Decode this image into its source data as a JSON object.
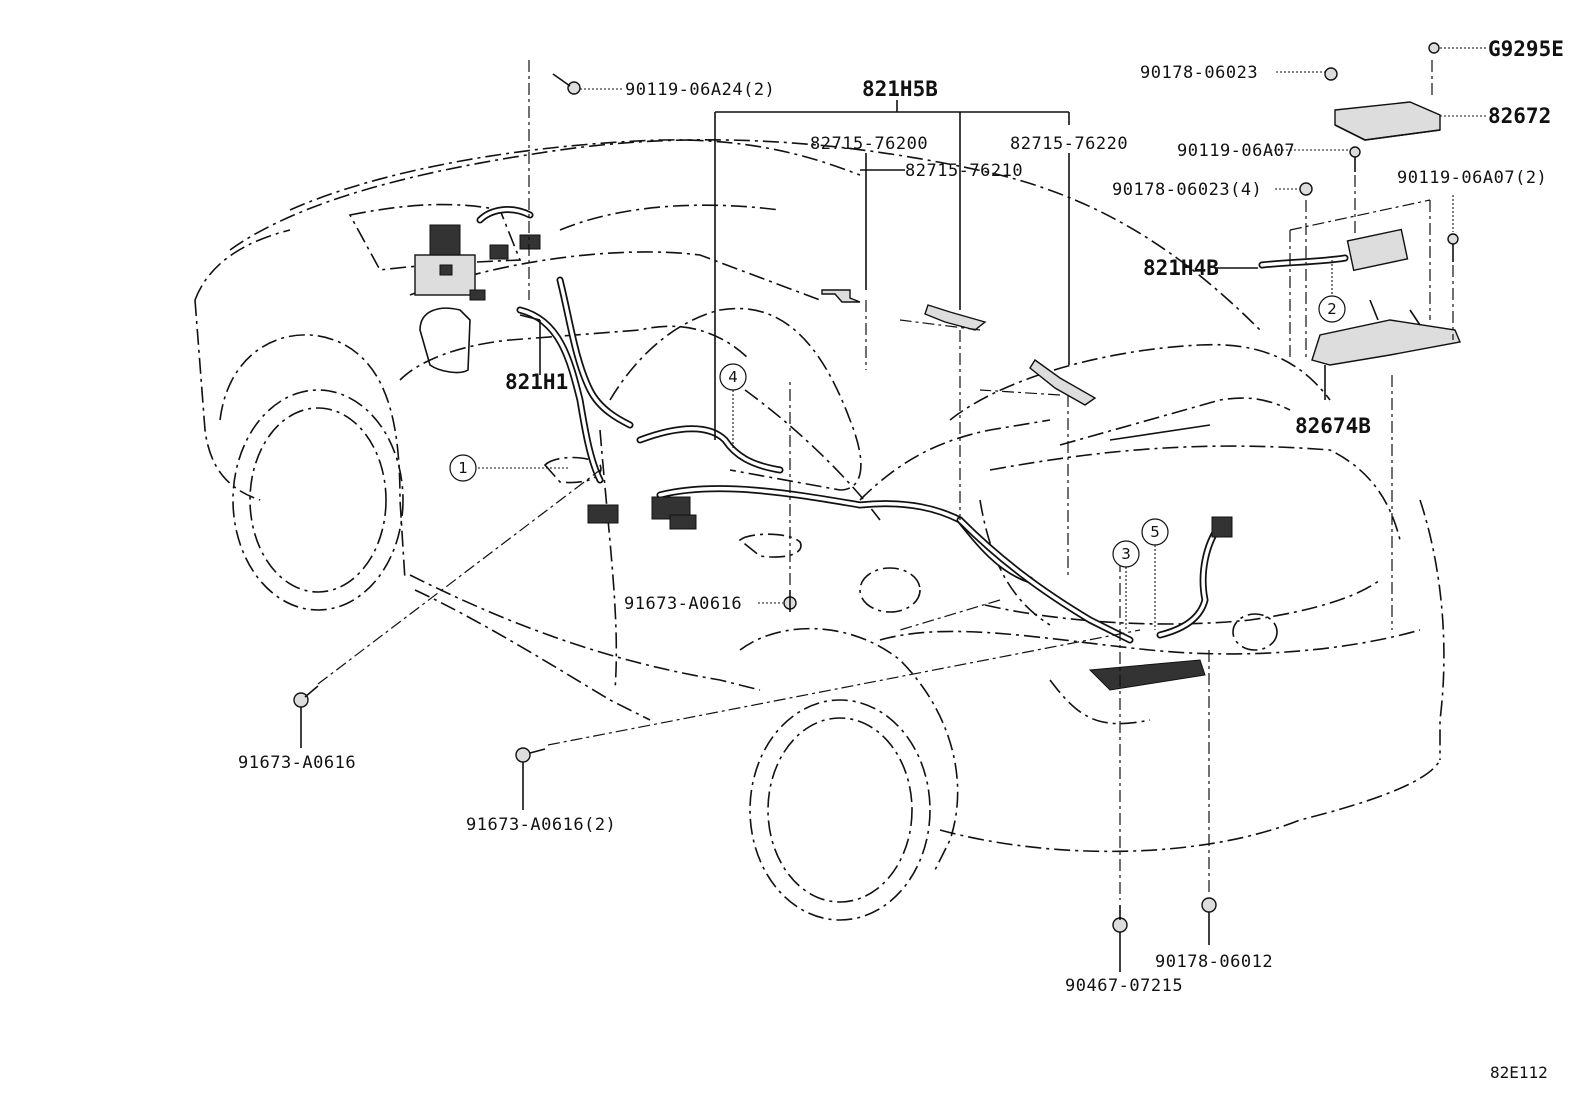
{
  "labels": {
    "l_90119_06A24": "90119-06A24(2)",
    "l_821H5B": "821H5B",
    "l_82715_76200": "82715-76200",
    "l_82715_76220": "82715-76220",
    "l_82715_76210": "82715-76210",
    "l_90178_06023": "90178-06023",
    "l_G9295E": "G9295E",
    "l_82672": "82672",
    "l_90119_06A07": "90119-06A07",
    "l_90178_06023_4": "90178-06023(4)",
    "l_90119_06A07_2": "90119-06A07(2)",
    "l_821H4B": "821H4B",
    "l_82674B": "82674B",
    "l_821H1": "821H1",
    "l_91673_A0616_mid": "91673-A0616",
    "l_91673_A0616_left": "91673-A0616",
    "l_91673_A0616_2": "91673-A0616(2)",
    "l_90467_07215": "90467-07215",
    "l_90178_06012": "90178-06012"
  },
  "callouts": {
    "c1": "1",
    "c2": "2",
    "c3": "3",
    "c4": "4",
    "c5": "5"
  },
  "figure_ref": "82E112"
}
